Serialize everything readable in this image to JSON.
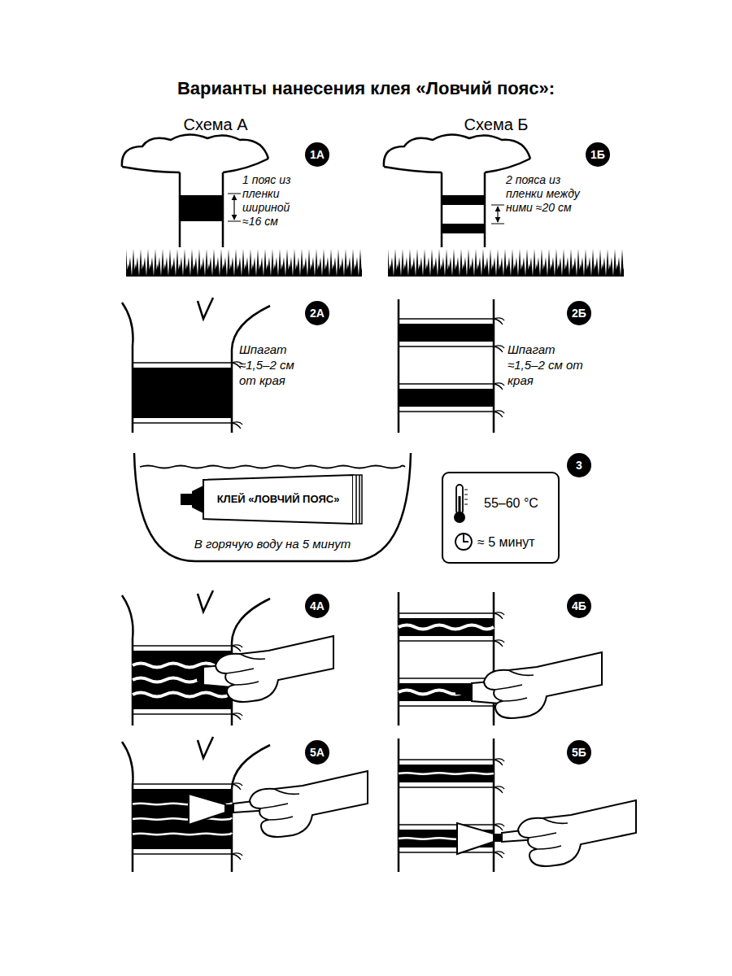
{
  "diagram": {
    "title": "Варианты нанесения клея «Ловчий пояс»:",
    "nodes": [
      {
        "text": [
          "1А"
        ]
      },
      {
        "text": [
          "1Б"
        ]
      },
      {
        "text": [
          "2А"
        ]
      },
      {
        "text": [
          "2Б"
        ]
      },
      {
        "text": [
          "В горячую воду на 5 минут"
        ]
      },
      {
        "text": [
          "КЛЕЙ «ЛОВЧИЙ ПОЯС»"
        ],
        "in": 4
      },
      {
        "text": [
          "3"
        ]
      },
      {
        "text": [
          "55–60 °C",
          "≈ 5 минут"
        ]
      },
      {
        "text": [
          "4А"
        ]
      },
      {
        "text": [
          "4Б"
        ]
      },
      {
        "text": [
          "5А"
        ]
      },
      {
        "text": [
          "5Б"
        ]
      }
    ],
    "labels": [
      "Схема А",
      "Схема Б",
      "1 пояс из пленки шириной ≈16 см",
      "2 пояса из пленки между ними ≈20 см",
      "Шпагат ≈1,5–2 см от края",
      "Шпагат ≈1,5–2 см от края"
    ]
  }
}
